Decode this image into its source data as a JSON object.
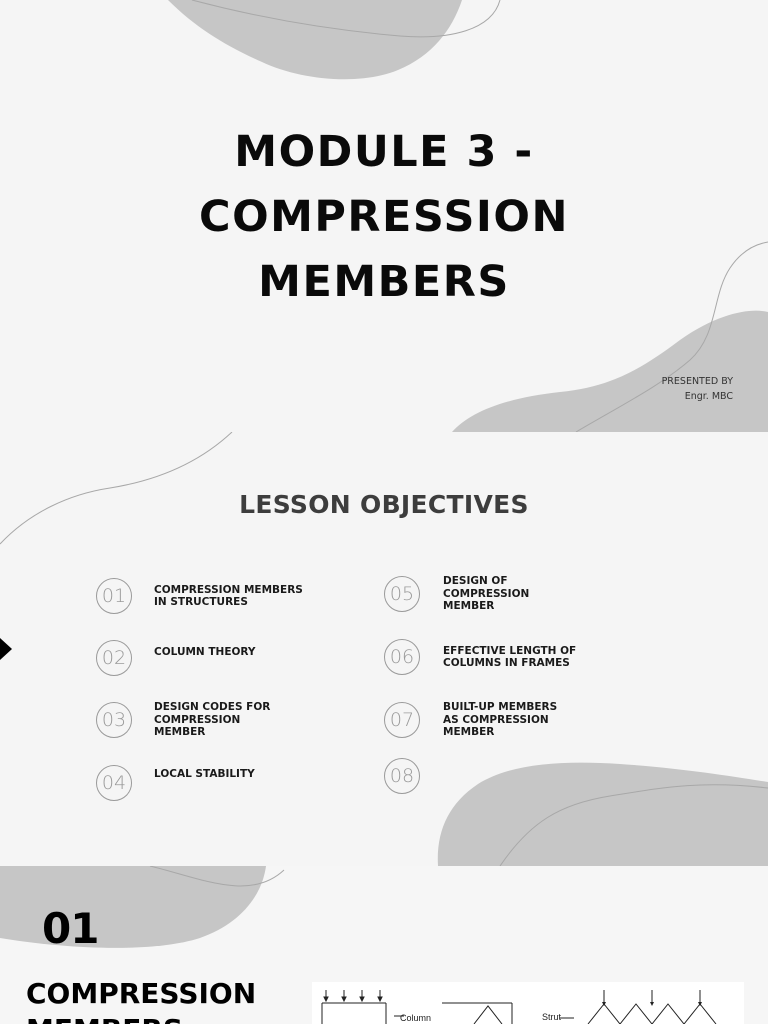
{
  "slide1": {
    "title_lines": [
      "MODULE 3 -",
      "COMPRESSION",
      "MEMBERS"
    ],
    "presented_by_label": "PRESENTED BY",
    "presenter": "Engr. MBC"
  },
  "slide2": {
    "heading": "LESSON OBJECTIVES",
    "objectives": [
      {
        "num": "01",
        "lines": [
          "COMPRESSION MEMBERS",
          "IN STRUCTURES"
        ]
      },
      {
        "num": "02",
        "lines": [
          "COLUMN THEORY"
        ]
      },
      {
        "num": "03",
        "lines": [
          "DESIGN CODES FOR",
          "COMPRESSION",
          "MEMBER"
        ]
      },
      {
        "num": "04",
        "lines": [
          "LOCAL STABILITY"
        ]
      },
      {
        "num": "05",
        "lines": [
          "DESIGN OF",
          "COMPRESSION",
          "MEMBER"
        ]
      },
      {
        "num": "06",
        "lines": [
          "EFFECTIVE LENGTH OF",
          "COLUMNS IN FRAMES"
        ]
      },
      {
        "num": "07",
        "lines": [
          "BUILT-UP MEMBERS",
          "AS COMPRESSION",
          "MEMBER"
        ]
      },
      {
        "num": "08",
        "lines": []
      }
    ]
  },
  "slide3": {
    "section_number": "01",
    "section_title_lines": [
      "COMPRESSION",
      "MEMBERS"
    ],
    "figure_labels": {
      "column": "Column",
      "strut": "Strut"
    }
  },
  "colors": {
    "shape_gray": "#c6c6c6",
    "line_gray": "#a8a8a8",
    "text_dark": "#0a0a0a",
    "circle_gray": "#9a9a9a"
  }
}
